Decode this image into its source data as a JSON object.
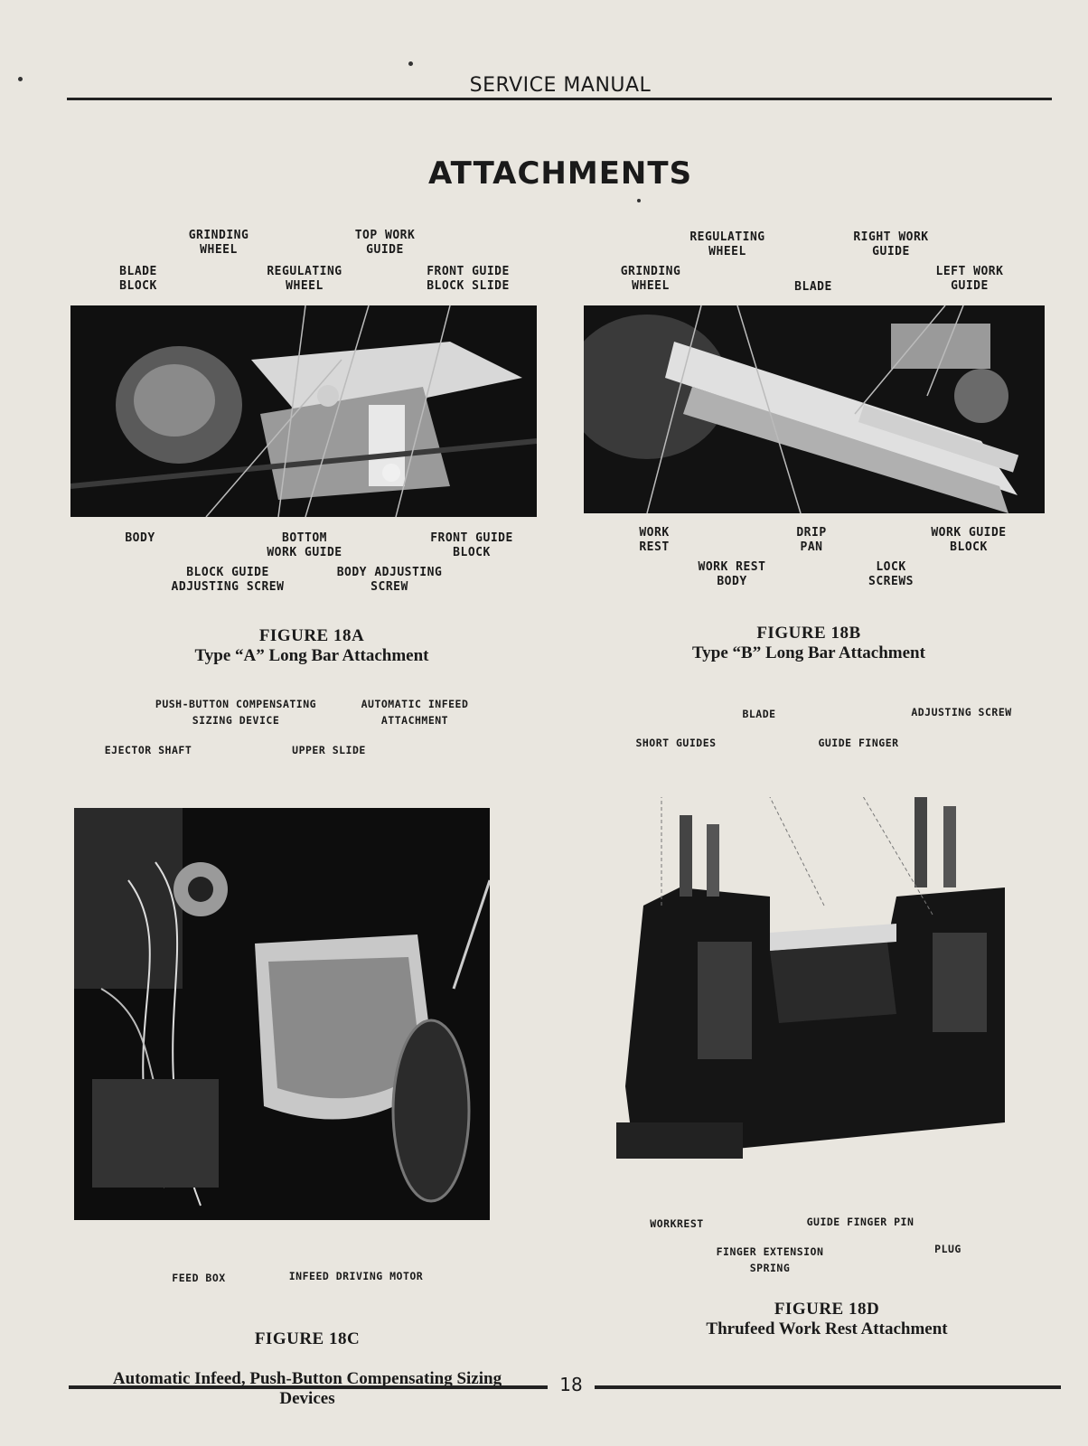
{
  "header": {
    "title": "SERVICE MANUAL"
  },
  "page_title": "ATTACHMENTS",
  "figure_a": {
    "labels": {
      "grinding_wheel": "GRINDING\nWHEEL",
      "top_work_guide": "TOP WORK\nGUIDE",
      "blade_block": "BLADE\nBLOCK",
      "regulating_wheel": "REGULATING\nWHEEL",
      "front_guide_block_slide": "FRONT GUIDE\nBLOCK SLIDE",
      "body": "BODY",
      "bottom_work_guide": "BOTTOM\nWORK GUIDE",
      "front_guide_block": "FRONT GUIDE\nBLOCK",
      "block_guide_adjusting_screw": "BLOCK GUIDE\nADJUSTING SCREW",
      "body_adjusting_screw": "BODY ADJUSTING\nSCREW"
    },
    "caption_number": "FIGURE 18A",
    "caption_text": "Type “A” Long Bar Attachment"
  },
  "figure_b": {
    "labels": {
      "regulating_wheel": "REGULATING\nWHEEL",
      "right_work_guide": "RIGHT WORK\nGUIDE",
      "grinding_wheel": "GRINDING\nWHEEL",
      "blade": "BLADE",
      "left_work_guide": "LEFT WORK\nGUIDE",
      "work_rest": "WORK\nREST",
      "drip_pan": "DRIP\nPAN",
      "work_guide_block": "WORK GUIDE\nBLOCK",
      "work_rest_body": "WORK REST\nBODY",
      "lock_screws": "LOCK\nSCREWS"
    },
    "caption_number": "FIGURE 18B",
    "caption_text": "Type “B” Long Bar Attachment"
  },
  "figure_c": {
    "labels": {
      "push_button": "PUSH-BUTTON COMPENSATING\nSIZING DEVICE",
      "automatic_infeed": "AUTOMATIC INFEED\nATTACHMENT",
      "ejector_shaft": "EJECTOR SHAFT",
      "upper_slide": "UPPER SLIDE",
      "feed_box": "FEED BOX",
      "infeed_driving_motor": "INFEED DRIVING MOTOR"
    },
    "caption_number": "FIGURE 18C",
    "caption_text": "Automatic Infeed, Push-Button Compensating Sizing\nDevices"
  },
  "figure_d": {
    "labels": {
      "blade": "BLADE",
      "adjusting_screw": "ADJUSTING SCREW",
      "short_guides": "SHORT GUIDES",
      "guide_finger": "GUIDE FINGER",
      "workrest": "WORKREST",
      "guide_finger_pin": "GUIDE FINGER PIN",
      "finger_extension_spring": "FINGER EXTENSION\nSPRING",
      "plug": "PLUG"
    },
    "caption_number": "FIGURE 18D",
    "caption_text": "Thrufeed Work Rest Attachment"
  },
  "footer": {
    "page_number": "18"
  }
}
